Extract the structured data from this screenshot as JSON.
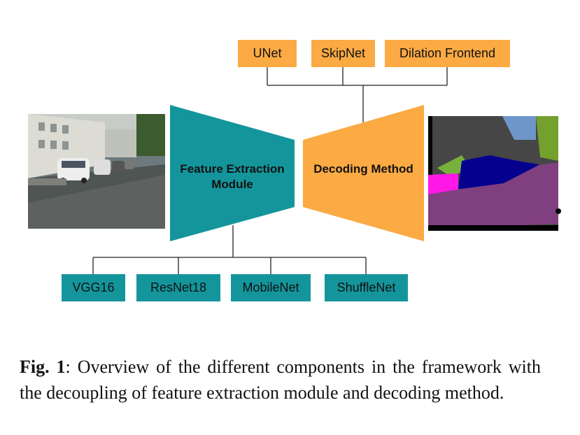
{
  "decoders": [
    "UNet",
    "SkipNet",
    "Dilation Frontend"
  ],
  "encoders": [
    "VGG16",
    "ResNet18",
    "MobileNet",
    "ShuffleNet"
  ],
  "feature_module_label": "Feature Extraction Module",
  "decoding_label": "Decoding Method",
  "caption": {
    "figure_label": "Fig. 1",
    "text": ": Overview of the different components in the framework with the decoupling of feature extraction module and decoding method."
  },
  "colors": {
    "decoder": "#fbaa44",
    "encoder": "#14959c",
    "line": "#222222"
  }
}
